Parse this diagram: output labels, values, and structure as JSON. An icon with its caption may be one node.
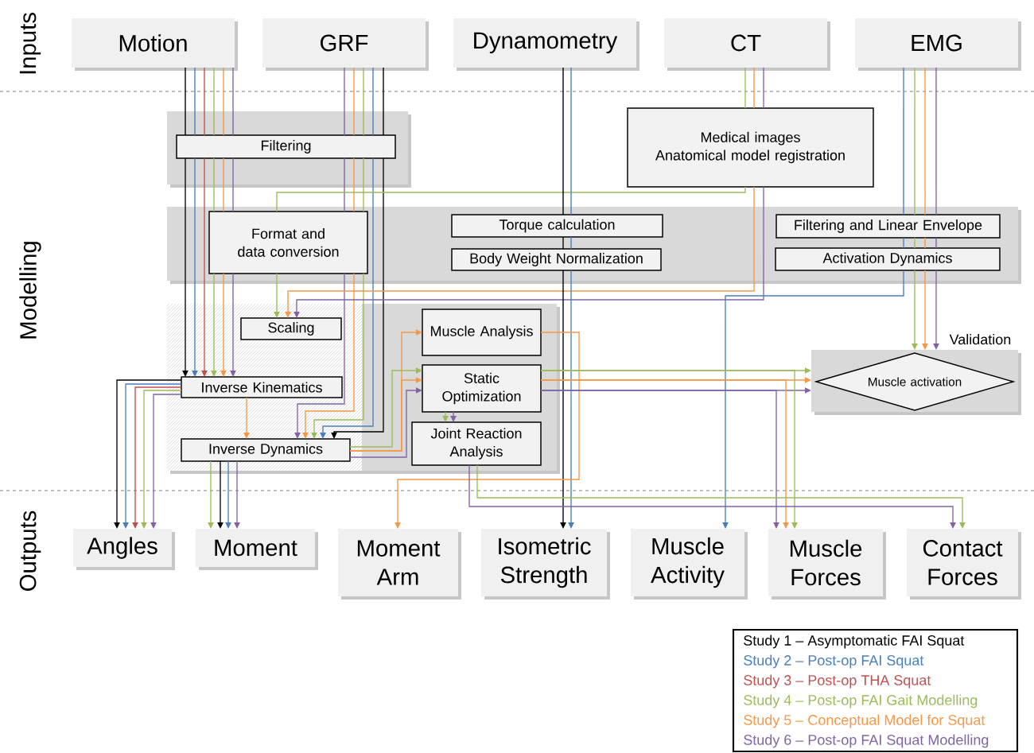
{
  "diagram": {
    "nodes": [
      {
        "text": [
          "Motion"
        ]
      },
      {
        "text": [
          "GRF"
        ]
      },
      {
        "text": [
          "Dynamometry"
        ]
      },
      {
        "text": [
          "CT"
        ]
      },
      {
        "text": [
          "EMG"
        ]
      },
      {
        "text": [],
        "shape": "box"
      },
      {
        "text": [
          "Filtering"
        ],
        "in": 5
      },
      {
        "text": [
          "Medical images",
          "Anatomical model registration"
        ]
      },
      {
        "text": [],
        "shape": "box"
      },
      {
        "text": [
          "Format and data conversion"
        ],
        "in": 8
      },
      {
        "text": [
          "Torque calculation"
        ],
        "in": 8
      },
      {
        "text": [
          "Body Weight Normalization"
        ],
        "in": 8
      },
      {
        "text": [
          "Filtering and Linear Envelope"
        ],
        "in": 8
      },
      {
        "text": [
          "Activation Dynamics"
        ],
        "in": 8
      },
      {
        "text": [],
        "shape": "box"
      },
      {
        "text": [
          "Scaling"
        ],
        "in": 14
      },
      {
        "text": [
          "Inverse Kinematics"
        ],
        "in": 14
      },
      {
        "text": [
          "Inverse Dynamics"
        ],
        "in": 14
      },
      {
        "text": [
          "Muscle Analysis"
        ],
        "in": 14
      },
      {
        "text": [
          "Static Optimization"
        ],
        "in": 14
      },
      {
        "text": [
          "Joint Reaction Analysis"
        ],
        "in": 14
      },
      {
        "text": [],
        "shape": "box"
      },
      {
        "text": [
          "Muscle activation"
        ],
        "in": 21,
        "beside": [
          "Validation"
        ]
      },
      {
        "text": [
          "Angles"
        ]
      },
      {
        "text": [
          "Moment"
        ]
      },
      {
        "text": [
          "Moment Arm"
        ]
      },
      {
        "text": [
          "Isometric Strength"
        ]
      },
      {
        "text": [
          "Muscle Activity"
        ]
      },
      {
        "text": [
          "Muscle Forces"
        ]
      },
      {
        "text": [
          "Contact Forces"
        ]
      }
    ],
    "edges": [
      {
        "from": 0,
        "to": 6,
        "arrow": "none",
        "color": "#000000"
      },
      {
        "from": 0,
        "to": 6,
        "arrow": "none",
        "color": "#4a7ebb"
      },
      {
        "from": 0,
        "to": 6,
        "arrow": "none",
        "color": "#c0504d"
      },
      {
        "from": 0,
        "to": 6,
        "arrow": "none",
        "color": "#9bbb59"
      },
      {
        "from": 0,
        "to": 6,
        "arrow": "none",
        "color": "#f79646"
      },
      {
        "from": 0,
        "to": 6,
        "arrow": "none",
        "color": "#8064a2"
      },
      {
        "from": 1,
        "to": 6,
        "arrow": "none",
        "color": "#8064a2"
      },
      {
        "from": 1,
        "to": 6,
        "arrow": "none",
        "color": "#f79646"
      },
      {
        "from": 1,
        "to": 6,
        "arrow": "none",
        "color": "#9bbb59"
      },
      {
        "from": 1,
        "to": 6,
        "arrow": "none",
        "color": "#4a7ebb"
      },
      {
        "from": 1,
        "to": 6,
        "arrow": "none",
        "color": "#000000"
      },
      {
        "from": 6,
        "to": 16,
        "arrow": "to",
        "color": "#000000"
      },
      {
        "from": 6,
        "to": 16,
        "arrow": "to",
        "color": "#4a7ebb"
      },
      {
        "from": 6,
        "to": 16,
        "arrow": "to",
        "color": "#c0504d"
      },
      {
        "from": 6,
        "to": 9,
        "arrow": "none",
        "color": "#9bbb59"
      },
      {
        "from": 6,
        "to": 9,
        "arrow": "none",
        "color": "#f79646"
      },
      {
        "from": 6,
        "to": 9,
        "arrow": "none",
        "color": "#8064a2"
      },
      {
        "from": 6,
        "to": 9,
        "arrow": "none",
        "color": "#8064a2"
      },
      {
        "from": 6,
        "to": 9,
        "arrow": "none",
        "color": "#f79646"
      },
      {
        "from": 6,
        "to": 9,
        "arrow": "none",
        "color": "#9bbb59"
      },
      {
        "from": 9,
        "to": 16,
        "arrow": "to",
        "color": "#9bbb59"
      },
      {
        "from": 9,
        "to": 16,
        "arrow": "to",
        "color": "#f79646"
      },
      {
        "from": 9,
        "to": 16,
        "arrow": "to",
        "color": "#8064a2"
      },
      {
        "from": 9,
        "to": 17,
        "arrow": "to",
        "color": "#8064a2"
      },
      {
        "from": 9,
        "to": 17,
        "arrow": "to",
        "color": "#f79646"
      },
      {
        "from": 9,
        "to": 17,
        "arrow": "to",
        "color": "#9bbb59"
      },
      {
        "from": 6,
        "to": 17,
        "arrow": "to",
        "color": "#4a7ebb"
      },
      {
        "from": 6,
        "to": 17,
        "arrow": "to",
        "color": "#000000"
      },
      {
        "from": 7,
        "to": 9,
        "arrow": "none",
        "color": "#9bbb59"
      },
      {
        "from": 9,
        "to": 15,
        "arrow": "to",
        "color": "#9bbb59"
      },
      {
        "from": 7,
        "to": 15,
        "arrow": "to",
        "color": "#f79646"
      },
      {
        "from": 7,
        "to": 15,
        "arrow": "to",
        "color": "#8064a2"
      },
      {
        "from": 3,
        "to": 7,
        "arrow": "none",
        "color": "#9bbb59"
      },
      {
        "from": 3,
        "to": 7,
        "arrow": "none",
        "color": "#f79646"
      },
      {
        "from": 3,
        "to": 7,
        "arrow": "none",
        "color": "#8064a2"
      },
      {
        "from": 2,
        "to": 10,
        "arrow": "none",
        "color": "#000000"
      },
      {
        "from": 2,
        "to": 10,
        "arrow": "none",
        "color": "#4a7ebb"
      },
      {
        "from": 10,
        "to": 11,
        "arrow": "none",
        "color": "#000000"
      },
      {
        "from": 10,
        "to": 11,
        "arrow": "none",
        "color": "#4a7ebb"
      },
      {
        "from": 11,
        "to": 26,
        "arrow": "to",
        "color": "#000000"
      },
      {
        "from": 11,
        "to": 26,
        "arrow": "to",
        "color": "#4a7ebb"
      },
      {
        "from": 4,
        "to": 12,
        "arrow": "none",
        "color": "#4a7ebb"
      },
      {
        "from": 4,
        "to": 12,
        "arrow": "none",
        "color": "#9bbb59"
      },
      {
        "from": 4,
        "to": 12,
        "arrow": "none",
        "color": "#f79646"
      },
      {
        "from": 4,
        "to": 12,
        "arrow": "none",
        "color": "#8064a2"
      },
      {
        "from": 12,
        "to": 13,
        "arrow": "none",
        "color": "#4a7ebb"
      },
      {
        "from": 12,
        "to": 13,
        "arrow": "none",
        "color": "#9bbb59"
      },
      {
        "from": 12,
        "to": 13,
        "arrow": "none",
        "color": "#f79646"
      },
      {
        "from": 12,
        "to": 13,
        "arrow": "none",
        "color": "#8064a2"
      },
      {
        "from": 13,
        "to": 21,
        "arrow": "to",
        "color": "#9bbb59"
      },
      {
        "from": 13,
        "to": 21,
        "arrow": "to",
        "color": "#f79646"
      },
      {
        "from": 13,
        "to": 21,
        "arrow": "to",
        "color": "#8064a2"
      },
      {
        "from": 13,
        "to": 27,
        "arrow": "to",
        "color": "#4a7ebb"
      },
      {
        "from": 16,
        "to": 23,
        "arrow": "to",
        "color": "#000000"
      },
      {
        "from": 16,
        "to": 23,
        "arrow": "to",
        "color": "#4a7ebb"
      },
      {
        "from": 16,
        "to": 23,
        "arrow": "to",
        "color": "#c0504d"
      },
      {
        "from": 16,
        "to": 23,
        "arrow": "to",
        "color": "#9bbb59"
      },
      {
        "from": 16,
        "to": 23,
        "arrow": "to",
        "color": "#8064a2"
      },
      {
        "from": 17,
        "to": 24,
        "arrow": "to",
        "color": "#9bbb59"
      },
      {
        "from": 17,
        "to": 24,
        "arrow": "to",
        "color": "#000000"
      },
      {
        "from": 17,
        "to": 24,
        "arrow": "to",
        "color": "#4a7ebb"
      },
      {
        "from": 17,
        "to": 24,
        "arrow": "to",
        "color": "#8064a2"
      },
      {
        "from": 16,
        "to": 17,
        "arrow": "to",
        "color": "#f79646"
      },
      {
        "from": 17,
        "to": 19,
        "arrow": "to",
        "color": "#9bbb59"
      },
      {
        "from": 17,
        "to": 19,
        "arrow": "to",
        "color": "#f79646"
      },
      {
        "from": 17,
        "to": 19,
        "arrow": "to",
        "color": "#8064a2"
      },
      {
        "from": 17,
        "to": 18,
        "arrow": "to",
        "color": "#f79646"
      },
      {
        "from": 19,
        "to": 20,
        "arrow": "to",
        "color": "#9bbb59"
      },
      {
        "from": 19,
        "to": 20,
        "arrow": "to",
        "color": "#8064a2"
      },
      {
        "from": 18,
        "to": 25,
        "arrow": "to",
        "color": "#f79646"
      },
      {
        "from": 19,
        "to": 21,
        "arrow": "to",
        "color": "#9bbb59"
      },
      {
        "from": 19,
        "to": 21,
        "arrow": "to",
        "color": "#f79646"
      },
      {
        "from": 19,
        "to": 21,
        "arrow": "to",
        "color": "#8064a2"
      },
      {
        "from": 19,
        "to": 28,
        "arrow": "to",
        "color": "#8064a2"
      },
      {
        "from": 19,
        "to": 28,
        "arrow": "to",
        "color": "#f79646"
      },
      {
        "from": 19,
        "to": 28,
        "arrow": "to",
        "color": "#9bbb59"
      },
      {
        "from": 20,
        "to": 29,
        "arrow": "to",
        "color": "#8064a2"
      },
      {
        "from": 20,
        "to": 29,
        "arrow": "to",
        "color": "#9bbb59"
      }
    ],
    "labels": [
      "Inputs",
      "Modelling",
      "Outputs"
    ],
    "legend": [
      {
        "text": "Study 1 – Asymptomatic FAI Squat",
        "color": "#000000"
      },
      {
        "text": "Study 2 – Post-op FAI Squat",
        "color": "#4a7ebb"
      },
      {
        "text": "Study 3 – Post-op THA Squat",
        "color": "#c0504d"
      },
      {
        "text": "Study 4 – Post-op FAI Gait Modelling",
        "color": "#9bbb59"
      },
      {
        "text": "Study 5 – Conceptual Model for Squat",
        "color": "#f79646"
      },
      {
        "text": "Study 6 – Post-op FAI Squat Modelling",
        "color": "#8064a2"
      }
    ]
  }
}
